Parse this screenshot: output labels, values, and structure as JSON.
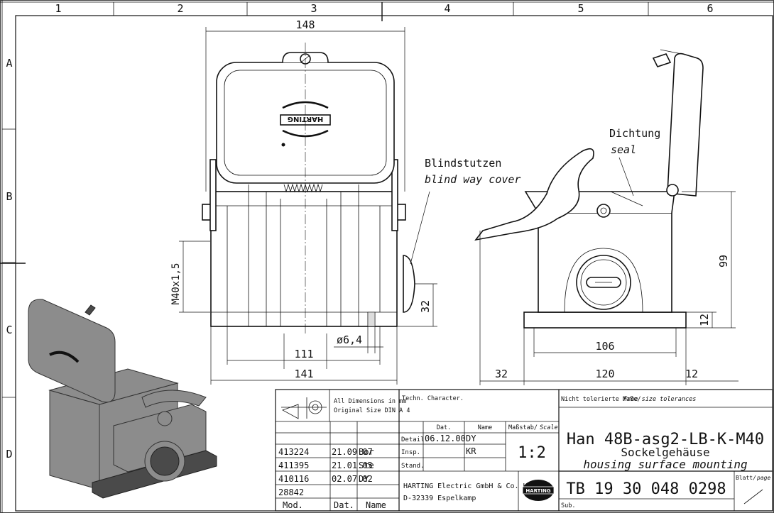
{
  "frame": {
    "col_labels": [
      "1",
      "2",
      "3",
      "4",
      "5",
      "6"
    ],
    "row_labels": [
      "A",
      "B",
      "C",
      "D"
    ]
  },
  "dimensions": {
    "width_top": "148",
    "thread": "M40x1,5",
    "height_32": "32",
    "hole": "ø6,4",
    "width_111": "111",
    "width_141": "141",
    "height_99": "99",
    "height_12": "12",
    "width_106": "106",
    "left_32": "32",
    "width_120": "120",
    "right_12": "12"
  },
  "annotations": {
    "blind_de": "Blindstutzen",
    "blind_en": "blind way cover",
    "seal_de": "Dichtung",
    "seal_en": "seal"
  },
  "logo_text": "HARTING",
  "title_block": {
    "all_dimensions": "All Dimensions in mm",
    "original_size": "Original Size DIN A 4",
    "techn_character": "Techn. Character.",
    "tolerance_note": "Nicht tolerierte Maße/",
    "tolerance_note_en": "Free size tolerances",
    "col_dat": "Dat.",
    "col_name": "Name",
    "massstab": "Maßstab/",
    "scale_en": "Scale",
    "detail": "Detail.",
    "detail_date": "06.12.00",
    "detail_name": "DY",
    "insp": "Insp.",
    "insp_name": "KR",
    "stand": "Stand.",
    "scale_value": "1:2",
    "title": "Han 48B-asg2-LB-K-M40",
    "subtitle_de": "Sockelgehäuse",
    "subtitle_en": "housing surface mounting",
    "company": "HARTING Electric GmbH & Co. KG",
    "address": "D-32339 Espelkamp",
    "drawing_number": "TB 19 30 048 0298",
    "blatt": "Blatt/",
    "page_en": "page",
    "sub": "Sub.",
    "revisions": [
      {
        "mod": "413224",
        "dat": "21.09.07",
        "name": "Bor"
      },
      {
        "mod": "411395",
        "dat": "21.01.05",
        "name": "Ste"
      },
      {
        "mod": "410116",
        "dat": "02.07.02",
        "name": "DY"
      },
      {
        "mod": "28842",
        "dat": "",
        "name": ""
      }
    ],
    "footer_mod": "Mod.",
    "footer_dat": "Dat.",
    "footer_name": "Name"
  }
}
